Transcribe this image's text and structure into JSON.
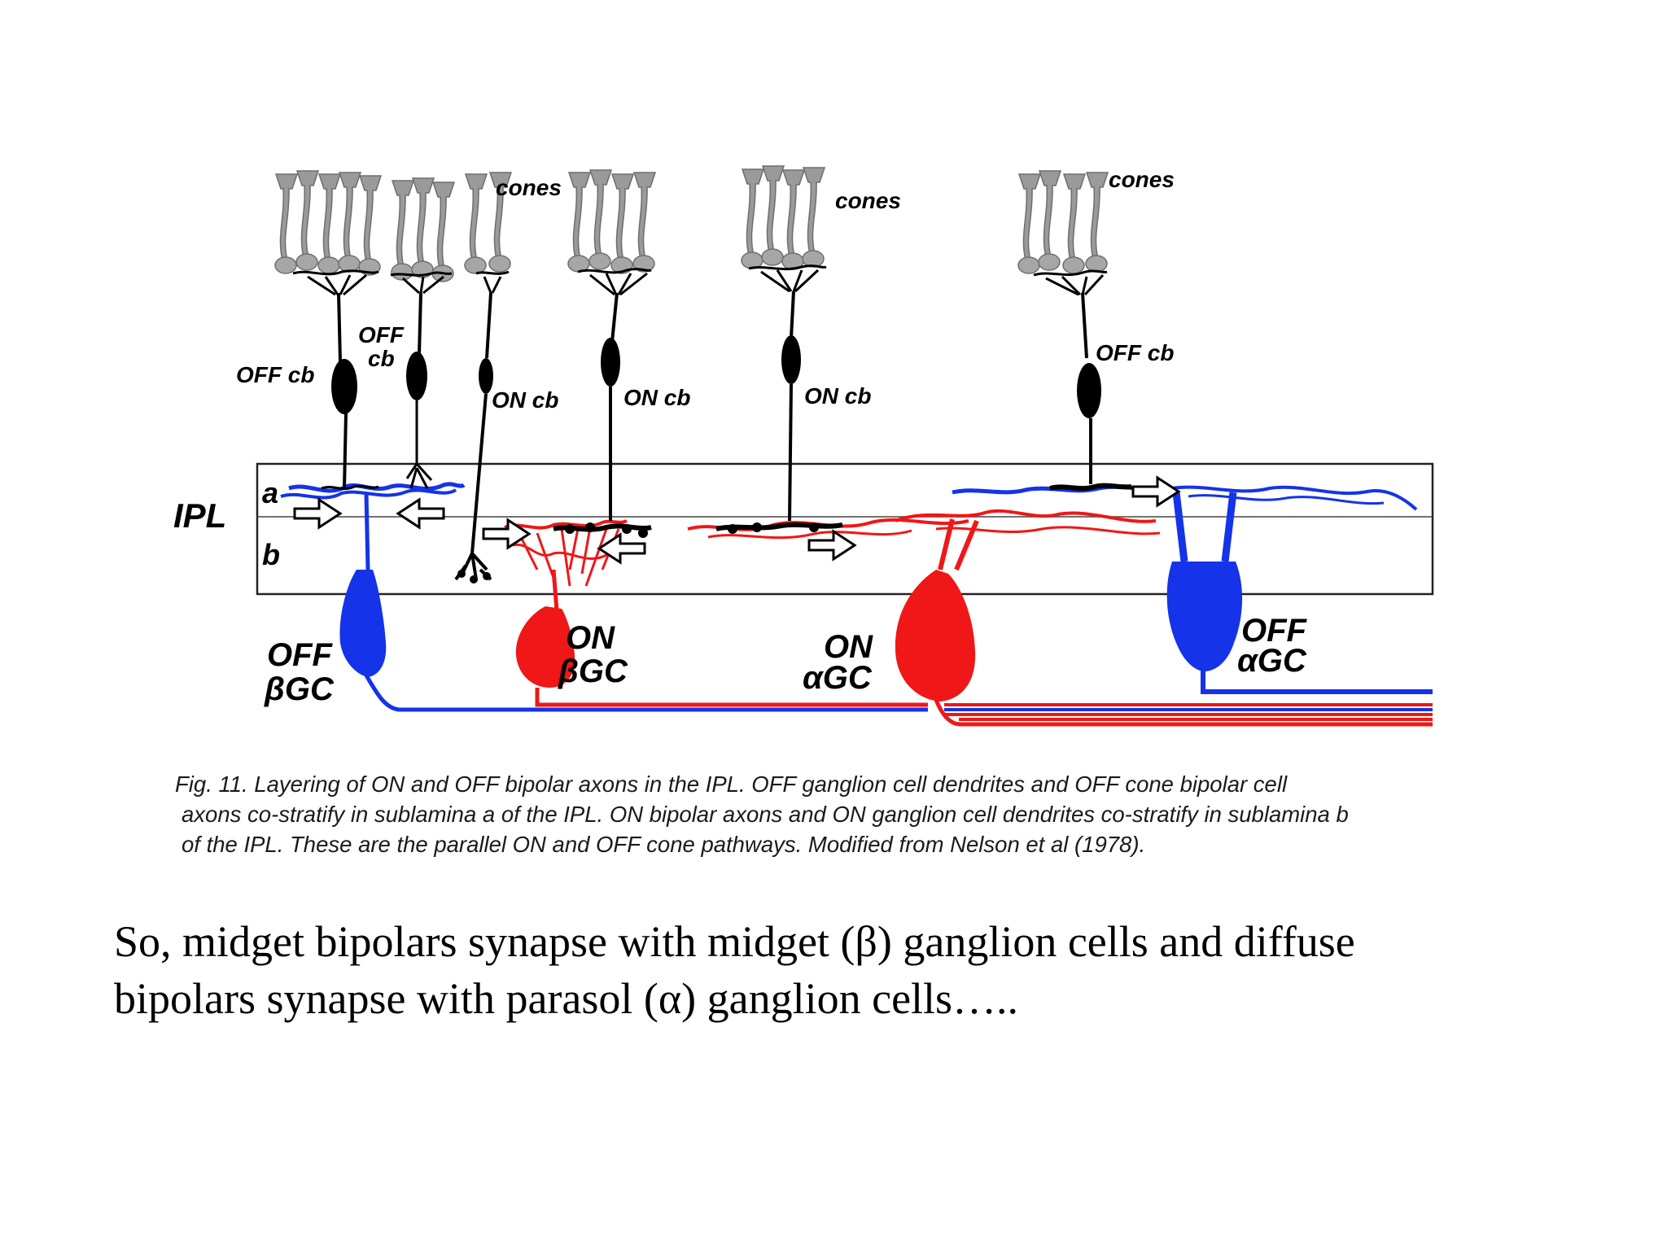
{
  "figure": {
    "labels": {
      "cones_1": "cones",
      "cones_2": "cones",
      "cones_3": "cones",
      "off_cb_left": "OFF cb",
      "off_cb_mid_top": "OFF",
      "off_cb_mid_bottom": "cb",
      "on_cb_1": "ON cb",
      "on_cb_2": "ON cb",
      "on_cb_3": "ON cb",
      "off_cb_right": "OFF cb",
      "ipl": "IPL",
      "sublamina_a": "a",
      "sublamina_b": "b",
      "off_beta_gc_top": "OFF",
      "off_beta_gc_bottom": "βGC",
      "on_beta_gc_top": "ON",
      "on_beta_gc_bottom": "βGC",
      "on_alpha_gc_top": "ON",
      "on_alpha_gc_bottom": "αGC",
      "off_alpha_gc_top": "OFF",
      "off_alpha_gc_bottom": "αGC"
    },
    "colors": {
      "off_pathway": "#1533e8",
      "on_pathway": "#ef1717",
      "bipolar": "#000000",
      "cones": "#9a9a9a"
    }
  },
  "caption": {
    "line1": "Fig. 11. Layering of ON and OFF bipolar axons in the IPL. OFF ganglion cell dendrites and OFF cone bipolar cell",
    "line2": "axons co-stratify in sublamina a of the IPL. ON bipolar axons and ON ganglion cell dendrites co-stratify in sublamina b",
    "line3": "of the IPL. These are the parallel ON and OFF cone pathways. Modified from Nelson et al (1978)."
  },
  "body_text": {
    "line1": "So, midget bipolars synapse with midget (β) ganglion cells and diffuse",
    "line2": "bipolars synapse with parasol (α) ganglion cells….."
  }
}
